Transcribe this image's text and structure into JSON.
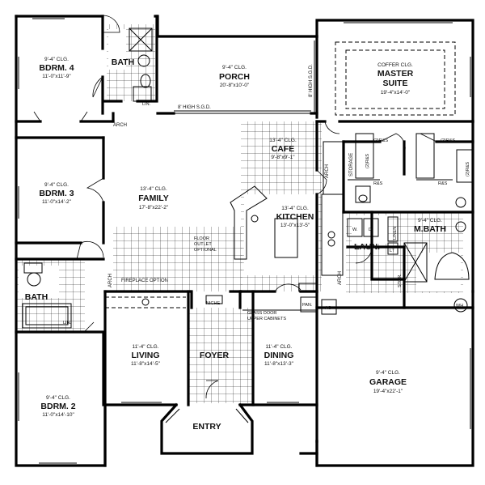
{
  "rooms": {
    "bdrm4": {
      "clg": "9'-4\" CLG.",
      "name": "BDRM. 4",
      "dim": "11'-0\"x11'-9\""
    },
    "bath_top": {
      "name": "BATH"
    },
    "porch": {
      "clg": "9'-4\" CLG.",
      "name": "PORCH",
      "dim": "20'-8\"x10'-0\""
    },
    "master": {
      "clg": "COFFER CLG.",
      "name1": "MASTER",
      "name2": "SUITE",
      "dim": "19'-4\"x14'-0\""
    },
    "cafe": {
      "clg": "13'-4\" CLG.",
      "name": "CAFE",
      "dim": "9'-8\"x9'-1\""
    },
    "bdrm3": {
      "clg": "9'-4\" CLG.",
      "name": "BDRM. 3",
      "dim": "11'-0\"x14'-2\""
    },
    "family": {
      "clg": "13'-4\" CLG.",
      "name": "FAMILY",
      "dim": "17'-8\"x22'-2\""
    },
    "kitchen": {
      "clg": "13'-4\" CLG.",
      "name": "KITCHEN",
      "dim": "13'-0\"x13'-5\""
    },
    "mbath": {
      "clg": "9'-4\" CLG.",
      "name": "M.BATH"
    },
    "bath_mid": {
      "name": "BATH"
    },
    "living": {
      "clg": "11'-4\" CLG.",
      "name": "LIVING",
      "dim": "11'-8\"x14'-5\""
    },
    "foyer": {
      "name": "FOYER"
    },
    "dining": {
      "clg": "11'-4\" CLG.",
      "name": "DINING",
      "dim": "11'-8\"x13'-3\""
    },
    "garage": {
      "clg": "9'-4\" CLG.",
      "name": "GARAGE",
      "dim": "19'-4\"x22'-1\""
    },
    "bdrm2": {
      "clg": "9'-4\" CLG.",
      "name": "BDRM. 2",
      "dim": "11'-0\"x14'-10\""
    },
    "entry": {
      "name": "ENTRY"
    }
  },
  "labels": {
    "lin_top": "LIN.",
    "lin_mid": "LIN.",
    "linen": "LINEN",
    "arch_top": "ARCH",
    "arch_cafe": "ARCH",
    "arch_family": "ARCH",
    "arch_laun": "ARCH",
    "sgd_8": "8' HIGH S.G.D.",
    "sgd_vert": "8' HIGH S.G.D.",
    "storage": "STORAGE",
    "rs1": "(2)R&S",
    "rs2": "(2)R&S",
    "rs3": "(2)R&S",
    "rs4": "(2)R&S",
    "rs5": "R&S",
    "rs6": "R&S",
    "floor_outlet1": "FLOOR",
    "floor_outlet2": "OUTLET",
    "floor_outlet3": "OPTIONAL",
    "fireplace": "FIREPLACE OPTION",
    "niche": "NICHE",
    "pan": "PAN.",
    "ac": "AC",
    "glass_door1": "GLASS DOOR",
    "glass_door2": "UPPER CABINETS",
    "laun": "LAUN.",
    "washer": "W.",
    "dryer": "D.",
    "lt": "LT",
    "stor": "STOR.",
    "wh": "WH"
  }
}
